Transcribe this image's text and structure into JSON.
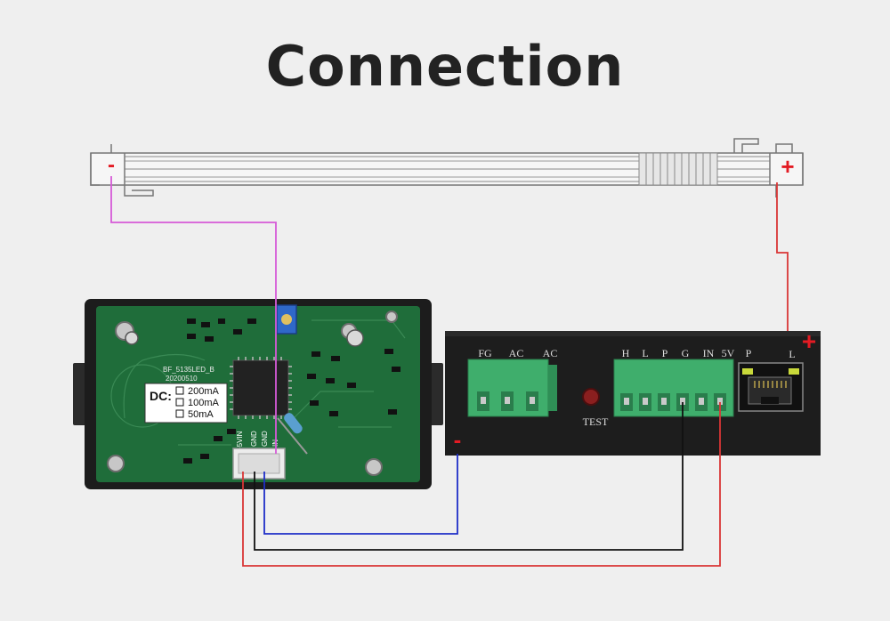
{
  "title": "Connection",
  "laser_tube": {
    "negative_label": "-",
    "positive_label": "+"
  },
  "meter_board": {
    "dc_label": "DC:",
    "options": [
      "200mA",
      "100mA",
      "50mA"
    ],
    "model_text": "BF_5135LED_B",
    "date_text": "20200510",
    "pin_labels": [
      "+5VIN",
      "GND",
      "GND",
      "IN"
    ]
  },
  "power_supply": {
    "terminals_left": [
      "FG",
      "AC",
      "AC"
    ],
    "terminals_right": [
      "H",
      "L",
      "P",
      "G",
      "IN",
      "5V"
    ],
    "hv_terminals": [
      "P",
      "L"
    ],
    "test_label": "TEST",
    "negative_label": "-",
    "positive_label": "+"
  },
  "colors": {
    "wire_negative_tube": "#d65ad8",
    "wire_positive": "#d93636",
    "wire_ground": "#1e2ec8",
    "wire_signal": "#111111",
    "pcb_green": "#1f6d3a",
    "terminal_green": "#3fae6c"
  }
}
